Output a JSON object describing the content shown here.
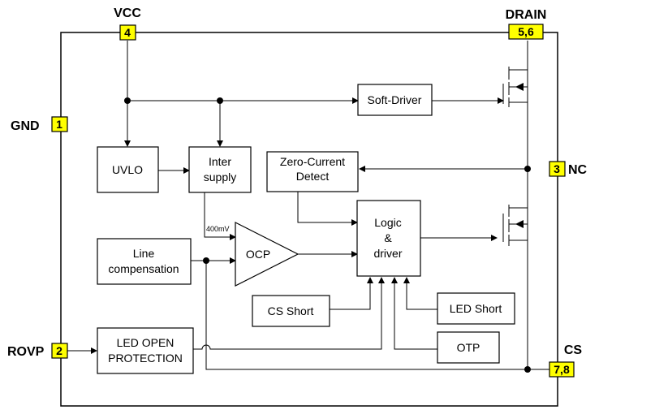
{
  "pins": {
    "vcc": {
      "label": "VCC",
      "number": "4"
    },
    "drain": {
      "label": "DRAIN",
      "number": "5,6"
    },
    "gnd": {
      "label": "GND",
      "number": "1"
    },
    "nc": {
      "label": "NC",
      "number": "3"
    },
    "rovp": {
      "label": "ROVP",
      "number": "2"
    },
    "cs": {
      "label": "CS",
      "number": "7,8"
    }
  },
  "blocks": {
    "uvlo": "UVLO",
    "inter_supply": [
      "Inter",
      "supply"
    ],
    "soft_driver": "Soft-Driver",
    "zero_current": [
      "Zero-Current",
      "Detect"
    ],
    "logic_driver": [
      "Logic",
      "&",
      "driver"
    ],
    "line_comp": [
      "Line",
      "compensation"
    ],
    "ocp": "OCP",
    "cs_short": "CS Short",
    "led_short": "LED Short",
    "led_open": [
      "LED OPEN",
      "PROTECTION"
    ],
    "otp": "OTP"
  },
  "annotations": {
    "ref_voltage": "400mV"
  },
  "colors": {
    "pin_fill": "#ffff00",
    "line": "#000000"
  }
}
